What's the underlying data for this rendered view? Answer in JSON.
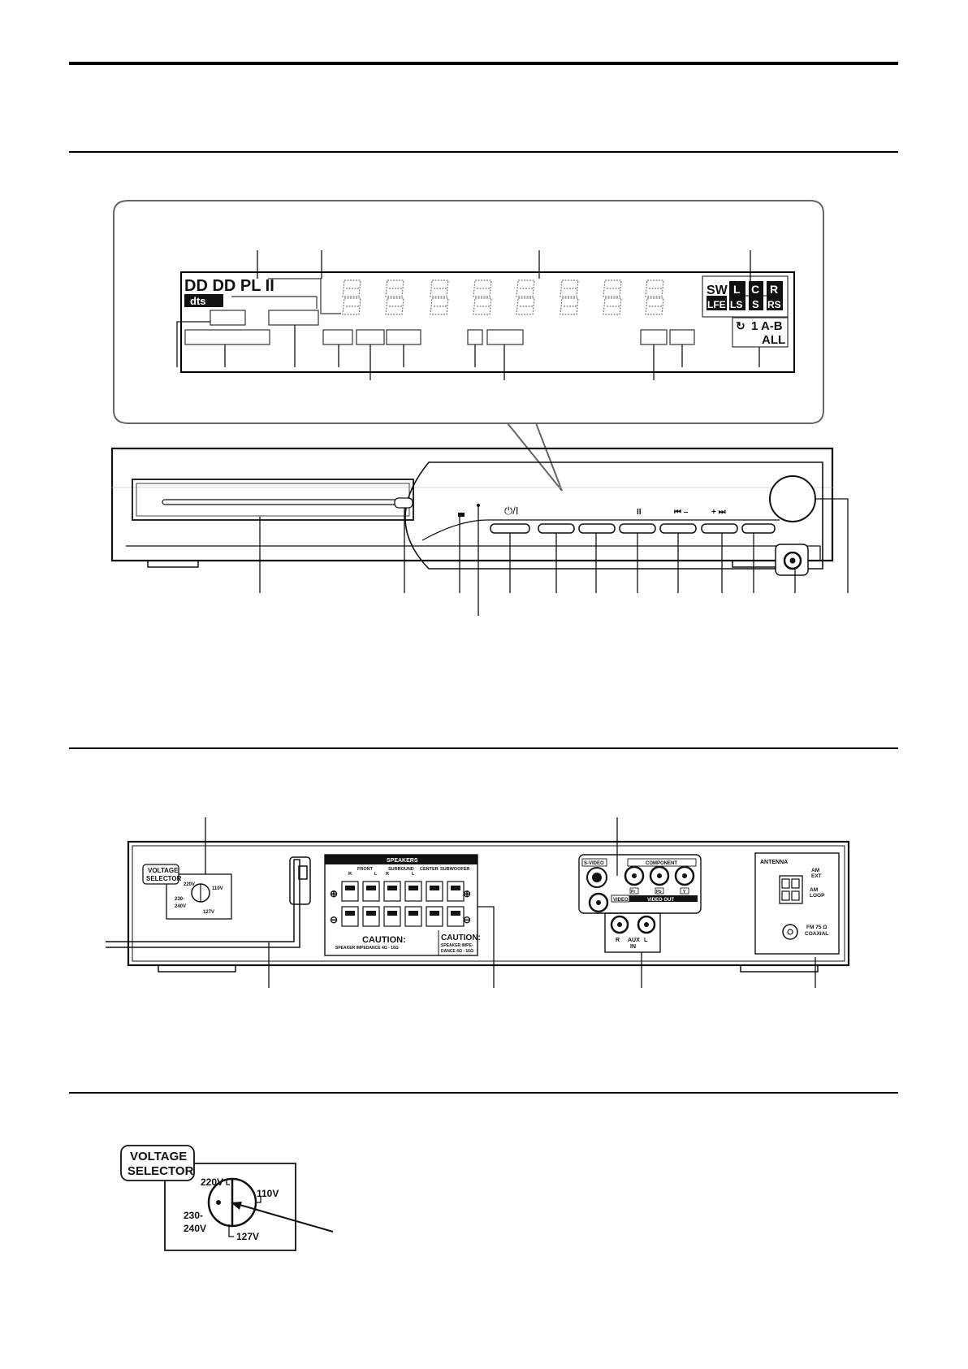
{
  "display": {
    "brand_logo_text": "DD DD PL II",
    "dts_text": "dts",
    "channels_top": [
      "SW",
      "L",
      "C",
      "R"
    ],
    "channels_bottom": [
      "LFE",
      "LS",
      "S",
      "RS"
    ],
    "repeat_line1": "1 A-B",
    "repeat_line2": "ALL"
  },
  "front_panel": {
    "power_symbol": "⏻/I",
    "pause_symbol": "II",
    "prev_symbol": "⏮ –",
    "next_symbol": "+ ⏭"
  },
  "rear_panel": {
    "voltage_selector_line1": "VOLTAGE",
    "voltage_selector_line2": "SELECTOR",
    "v220": "220V",
    "v110": "110V",
    "v230_line1": "230-",
    "v230_line2": "240V",
    "v127": "127V",
    "speakers_title": "SPEAKERS",
    "front": "FRONT",
    "surround": "SURROUND",
    "center": "CENTER",
    "subwoofer": "SUBWOOFER",
    "r1": "R",
    "l1": "L",
    "r2": "R",
    "l2": "L",
    "caution1": "CAUTION:",
    "caution1_sub": "SPEAKER IMPEDANCE 4Ω - 16Ω",
    "caution2": "CAUTION:",
    "caution2_sub1": "SPEAKER IMPE-",
    "caution2_sub2": "DANCE  4Ω - 16Ω",
    "svideo": "S-VIDEO",
    "component": "COMPONENT",
    "pr": "Pr",
    "pb": "Pb",
    "y": "Y",
    "video": "VIDEO",
    "video_out": "VIDEO OUT",
    "aux_r": "R",
    "aux": "AUX",
    "aux_l": "L",
    "aux_in": "IN",
    "antenna": "ANTENNA",
    "am_ext1": "AM",
    "am_ext2": "EXT",
    "am_loop1": "AM",
    "am_loop2": "LOOP",
    "fm1": "FM 75 Ω",
    "fm2": "COAXIAL"
  },
  "voltage_detail": {
    "title_line1": "VOLTAGE",
    "title_line2": "SELECTOR",
    "v220": "220V",
    "v110": "110V",
    "v230_line1": "230-",
    "v230_line2": "240V",
    "v127": "127V"
  }
}
